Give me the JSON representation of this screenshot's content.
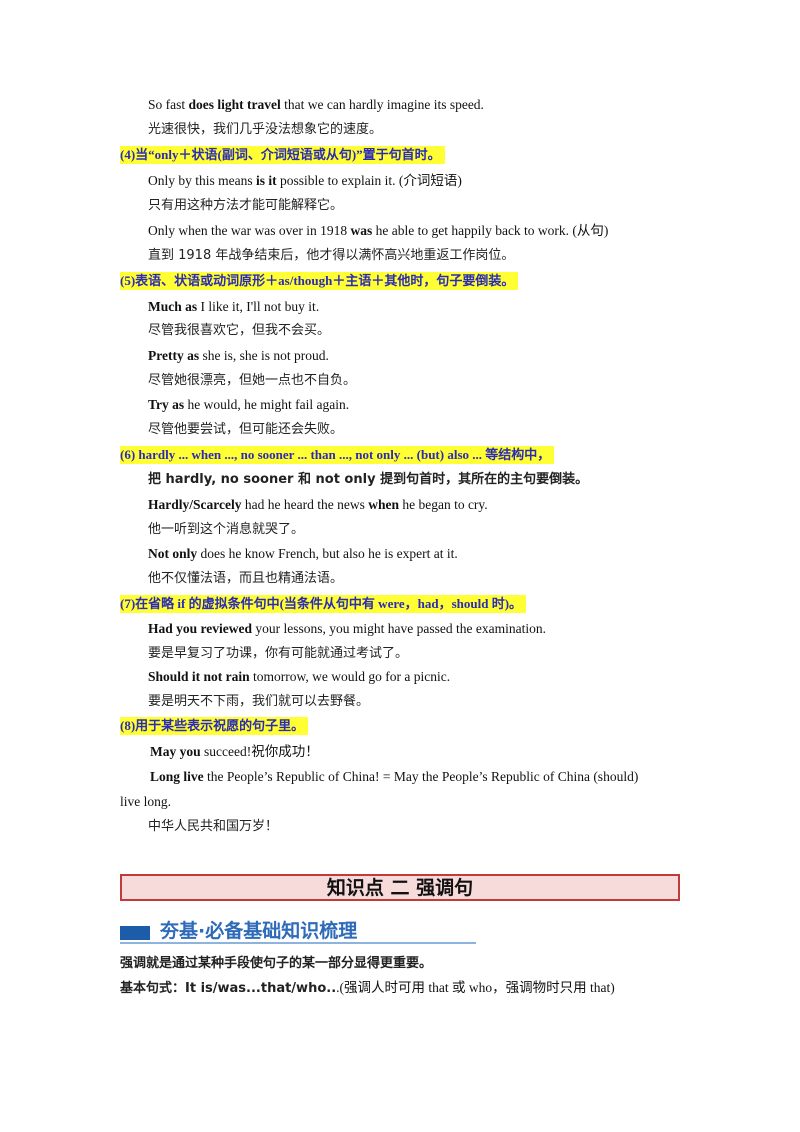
{
  "lines": {
    "l1_pre": "So fast ",
    "l1_b": "does light travel",
    "l1_post": " that we can hardly imagine its speed.",
    "l2": "光速很快，我们几乎没法想象它的速度。",
    "h4": "(4)当“only＋状语(副词、介词短语或从句)”置于句首时。",
    "l3_pre": "Only by this means ",
    "l3_b": "is it",
    "l3_post": " possible to explain it. (介词短语)",
    "l4": "只有用这种方法才能可能解释它。",
    "l5_pre": "Only when the war was over in 1918 ",
    "l5_b": "was",
    "l5_post": " he able to get happily back to work. (从句)",
    "l6": "直到 1918 年战争结束后，他才得以满怀高兴地重返工作岗位。",
    "h5": "(5)表语、状语或动词原形＋as/though＋主语＋其他时，句子要倒装。",
    "l7_b": "Much as",
    "l7_post": " I like it, I'll not buy it.",
    "l8": "尽管我很喜欢它，但我不会买。",
    "l9_b": "Pretty as",
    "l9_post": " she is, she is not proud.",
    "l10": "尽管她很漂亮，但她一点也不自负。",
    "l11_b": "Try as",
    "l11_post": " he would, he might fail again.",
    "l12": "尽管他要尝试，但可能还会失败。",
    "h6": "(6) hardly ... when ..., no sooner ... than ..., not only ... (but)   also ...  等结构中，",
    "l13": "把 hardly, no sooner 和 not only 提到句首时，其所在的主句要倒装。",
    "l14_b": "Hardly/Scarcely",
    "l14_mid": " had he heard the news ",
    "l14_b2": "when",
    "l14_post": " he began to cry.",
    "l15": "他一听到这个消息就哭了。",
    "l16_b": "Not only",
    "l16_post": " does he know French, but also he is expert at it.",
    "l17": "他不仅懂法语，而且也精通法语。",
    "h7": "(7)在省略 if 的虚拟条件句中(当条件从句中有 were，had，should 时)。",
    "l18_b": "Had you reviewed",
    "l18_post": " your lessons, you might have passed the examination.",
    "l19": "要是早复习了功课，你有可能就通过考试了。",
    "l20_b": "Should it not rain",
    "l20_post": " tomorrow, we would go for a picnic.",
    "l21": "要是明天不下雨，我们就可以去野餐。",
    "h8": "(8)用于某些表示祝愿的句子里。",
    "l22_b": "May you",
    "l22_post": " succeed!祝你成功！",
    "l23_b": "Long live",
    "l23_post": " the People’s Republic of China! = May the People’s Republic of China (should)",
    "l24": "live long.",
    "l25": "中华人民共和国万岁！"
  },
  "section": {
    "title": "知识点 二    强调句"
  },
  "banner": {
    "title": "夯基·必备基础知识梳理"
  },
  "footer": {
    "p1": "强调就是通过某种手段使句子的某一部分显得更重要。",
    "p2_b": "基本句式：It is/was...that/who..",
    "p2_post": ".(强调人时可用 that 或 who，强调物时只用 that)"
  },
  "colors": {
    "highlight": "#ffff33",
    "highlight_text": "#2b2bb8",
    "section_border": "#c23a3a",
    "banner_blue": "#2d6ab8"
  }
}
